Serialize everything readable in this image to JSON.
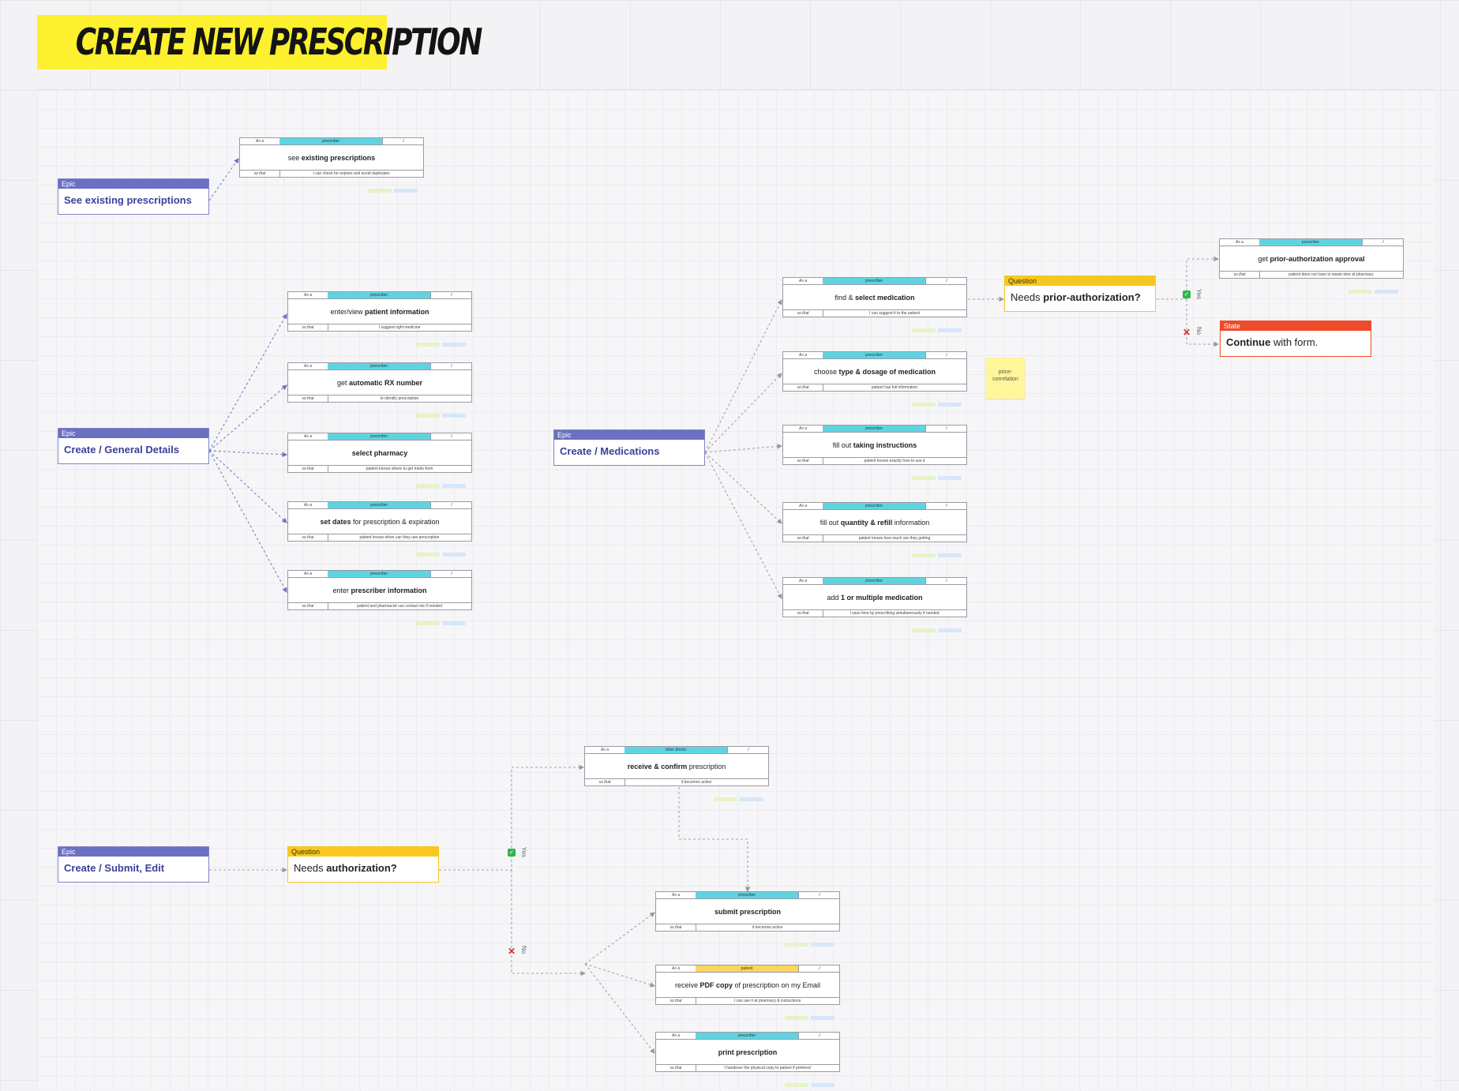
{
  "title": "CREATE NEW PRESCRIPTION",
  "colors": {
    "epic": "#6c70c2",
    "question": "#f7c820",
    "state": "#ee4b2b",
    "role_prescriber": "#5fd4e0",
    "role_patient": "#fcd55a",
    "title_highlight": "#fdf02e"
  },
  "common": {
    "as_a": "As a",
    "i": "I",
    "so_that": "so that"
  },
  "epics": {
    "see_existing": {
      "tag": "Epic",
      "title": "See existing prescriptions"
    },
    "general_details": {
      "tag": "Epic",
      "title": "Create / General Details"
    },
    "medications": {
      "tag": "Epic",
      "title": "Create / Medications"
    },
    "submit_edit": {
      "tag": "Epic",
      "title": "Create / Submit, Edit"
    }
  },
  "questions": {
    "prior_auth": {
      "tag": "Question",
      "pre": "Needs ",
      "bold": "prior-authorization?",
      "post": ""
    },
    "auth": {
      "tag": "Question",
      "pre": "Needs ",
      "bold": "authorization?",
      "post": ""
    }
  },
  "state": {
    "tag": "State",
    "bold": "Continue",
    "post": " with form."
  },
  "sticky": {
    "text": "price-correlation"
  },
  "branch": {
    "yes": "Yes",
    "no": "No"
  },
  "stories": {
    "s_existing": {
      "role": "prescriber",
      "pre": "see ",
      "bold": "existing prescriptions",
      "post": "",
      "reason": "I can check for expires and avoid duplicates"
    },
    "s_patient": {
      "role": "prescriber",
      "pre": "enter/view ",
      "bold": "patient information",
      "post": "",
      "reason": "I suggest right medicine"
    },
    "s_rx": {
      "role": "prescriber",
      "pre": "get ",
      "bold": "automatic RX number",
      "post": "",
      "reason": "to identify prescription"
    },
    "s_pharmacy": {
      "role": "prescriber",
      "pre": "",
      "bold": "select pharmacy",
      "post": "",
      "reason": "patient knows where to get meds from"
    },
    "s_dates": {
      "role": "prescriber",
      "pre": "",
      "bold": "set dates",
      "post": " for prescription & expiration",
      "reason": "patient knows when can they use prescription"
    },
    "s_prescriber": {
      "role": "prescriber",
      "pre": "enter ",
      "bold": "prescriber information",
      "post": "",
      "reason": "patient and pharmacist can contact me if needed"
    },
    "s_find": {
      "role": "prescriber",
      "pre": "find & ",
      "bold": "select medication",
      "post": "",
      "reason": "I can suggest it to the patient"
    },
    "s_dosage": {
      "role": "prescriber",
      "pre": "choose ",
      "bold": "type & dosage of medication",
      "post": "",
      "reason": "patient has full information"
    },
    "s_instructions": {
      "role": "prescriber",
      "pre": "fill out ",
      "bold": "taking instructions",
      "post": "",
      "reason": "patient knows exactly how to use it"
    },
    "s_quantity": {
      "role": "prescriber",
      "pre": "fill out ",
      "bold": "quantity & refill",
      "post": " information",
      "reason": "patient knows how much are they getting"
    },
    "s_multiple": {
      "role": "prescriber",
      "pre": "add ",
      "bold": "1 or multiple medication",
      "post": "",
      "reason": "I save time by prescribing simultaneously if needed"
    },
    "s_prior": {
      "role": "prescriber",
      "pre": "get ",
      "bold": "prior-authorization approval",
      "post": "",
      "reason": "patient does not have to waste time at pharmacy"
    },
    "s_confirm": {
      "role": "other doctor",
      "pre": "",
      "bold": "receive & confirm",
      "post": " prescription",
      "reason": "it becomes active"
    },
    "s_submit": {
      "role": "prescriber",
      "pre": "",
      "bold": "submit prescription",
      "post": "",
      "reason": "it becomes active"
    },
    "s_pdf": {
      "role": "patient",
      "pre": "receive ",
      "bold": "PDF copy",
      "post": " of prescription on my Email",
      "reason": "I can use it at pharmacy & instructions"
    },
    "s_print": {
      "role": "prescriber",
      "pre": "",
      "bold": "print prescription",
      "post": "",
      "reason": "I handover the physical copy to patient if prefered"
    }
  }
}
